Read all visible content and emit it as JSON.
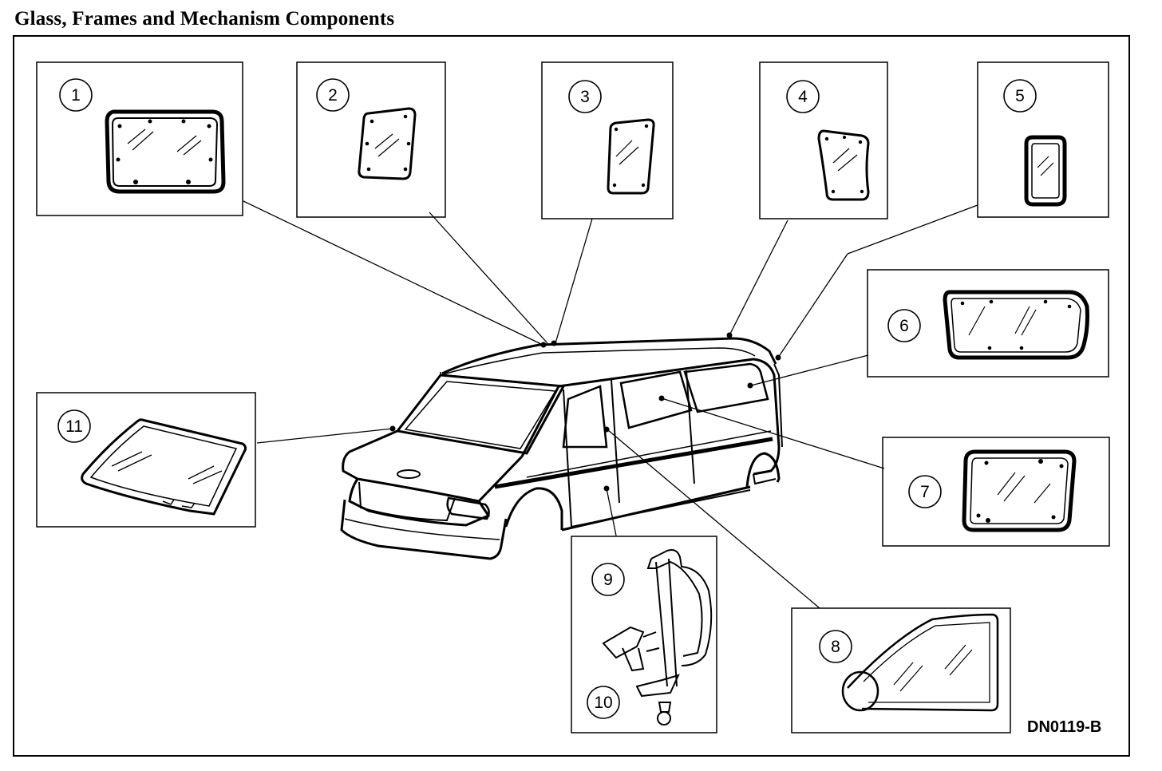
{
  "title": "Glass, Frames and Mechanism Components",
  "figure_code": "DN0119-B",
  "callouts": [
    {
      "id": "1",
      "label": "1"
    },
    {
      "id": "2",
      "label": "2"
    },
    {
      "id": "3",
      "label": "3"
    },
    {
      "id": "4",
      "label": "4"
    },
    {
      "id": "5",
      "label": "5"
    },
    {
      "id": "6",
      "label": "6"
    },
    {
      "id": "7",
      "label": "7"
    },
    {
      "id": "8",
      "label": "8"
    },
    {
      "id": "9",
      "label": "9"
    },
    {
      "id": "10",
      "label": "10"
    },
    {
      "id": "11",
      "label": "11"
    }
  ]
}
